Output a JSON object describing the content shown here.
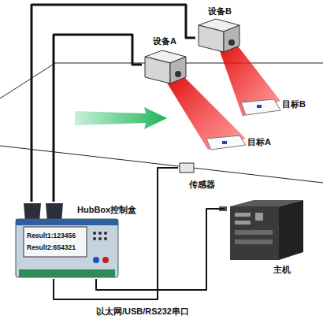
{
  "diagram": {
    "nodes": [
      {
        "text": [
          "设备B"
        ]
      },
      {
        "text": [
          "设备A"
        ]
      },
      {
        "text": [
          "目标B"
        ]
      },
      {
        "text": [
          "目标A"
        ]
      },
      {
        "text": [
          "传感器"
        ]
      },
      {
        "text": [
          "HubBox控制盒",
          "Result1:123456",
          "Result2:654321"
        ]
      },
      {
        "text": [
          "主机"
        ]
      }
    ],
    "edges": [
      {
        "from": 5,
        "to": 1,
        "arrow": "none"
      },
      {
        "from": 5,
        "to": 0,
        "arrow": "none"
      },
      {
        "from": 5,
        "to": 4,
        "arrow": "none"
      },
      {
        "from": 5,
        "to": 6,
        "label": "以太网/USB/RS232串口",
        "arrow": "none"
      }
    ]
  }
}
